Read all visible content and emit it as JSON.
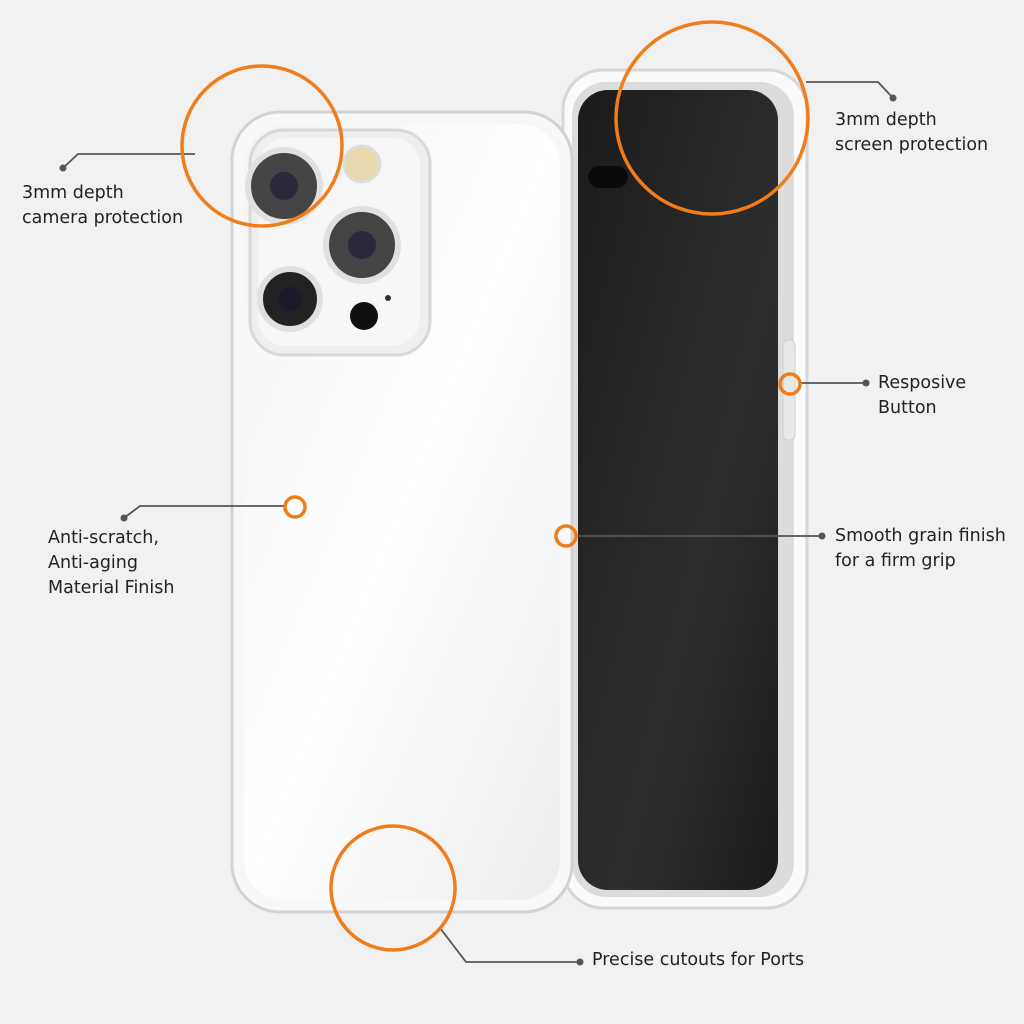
{
  "colors": {
    "accent": "#f07d1a",
    "background": "#f1f1f1",
    "text": "#222222",
    "line": "#555555"
  },
  "callouts": {
    "camera": {
      "line1": "3mm depth",
      "line2": "camera protection"
    },
    "screen": {
      "line1": "3mm depth",
      "line2": "screen protection"
    },
    "button": {
      "line1": "Resposive",
      "line2": "Button"
    },
    "material": {
      "line1": "Anti-scratch,",
      "line2": "Anti-aging",
      "line3": "Material Finish"
    },
    "grip": {
      "line1": "Smooth grain finish",
      "line2": "for a firm grip"
    },
    "ports": {
      "line1": "Precise cutouts for Ports"
    }
  }
}
